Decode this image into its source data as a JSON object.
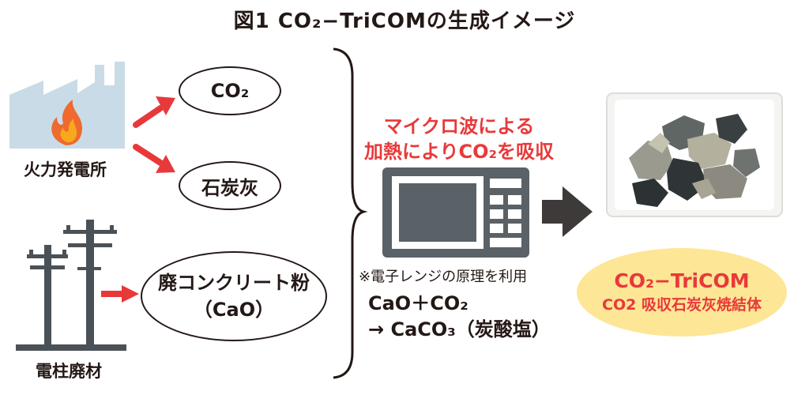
{
  "figure": {
    "title": "図1 CO₂−TriCOMの生成イメージ"
  },
  "sources": {
    "power_plant_label": "火力発電所",
    "utility_pole_label": "電柱廃材"
  },
  "materials": {
    "co2": "CO₂",
    "coal_ash": "石炭灰",
    "concrete_powder_line1": "廃コンクリート粉",
    "concrete_powder_line2": "（CaO）"
  },
  "process": {
    "microwave_heading_line1": "マイクロ波による",
    "microwave_heading_line2": "加熱によりCO₂を吸収",
    "note": "※電子レンジの原理を利用",
    "reaction_line1": "CaO＋CO₂",
    "reaction_line2": "→ CaCO₃（炭酸塩）"
  },
  "product": {
    "name": "CO₂−TriCOM",
    "description": "CO2 吸収石炭灰焼結体"
  },
  "colors": {
    "accent_red": "#e8393a",
    "arrow_red": "#e8393a",
    "factory_blue": "#c9dbe7",
    "pole_gray": "#4a5157",
    "microwave_gray": "#5a6167",
    "product_yellow": "#fde695"
  },
  "icons": {
    "factory": "factory-icon",
    "flame": "flame-icon",
    "poles": "utility-pole-icon",
    "microwave": "microwave-icon",
    "product_photo": "sintered-product-photo"
  }
}
